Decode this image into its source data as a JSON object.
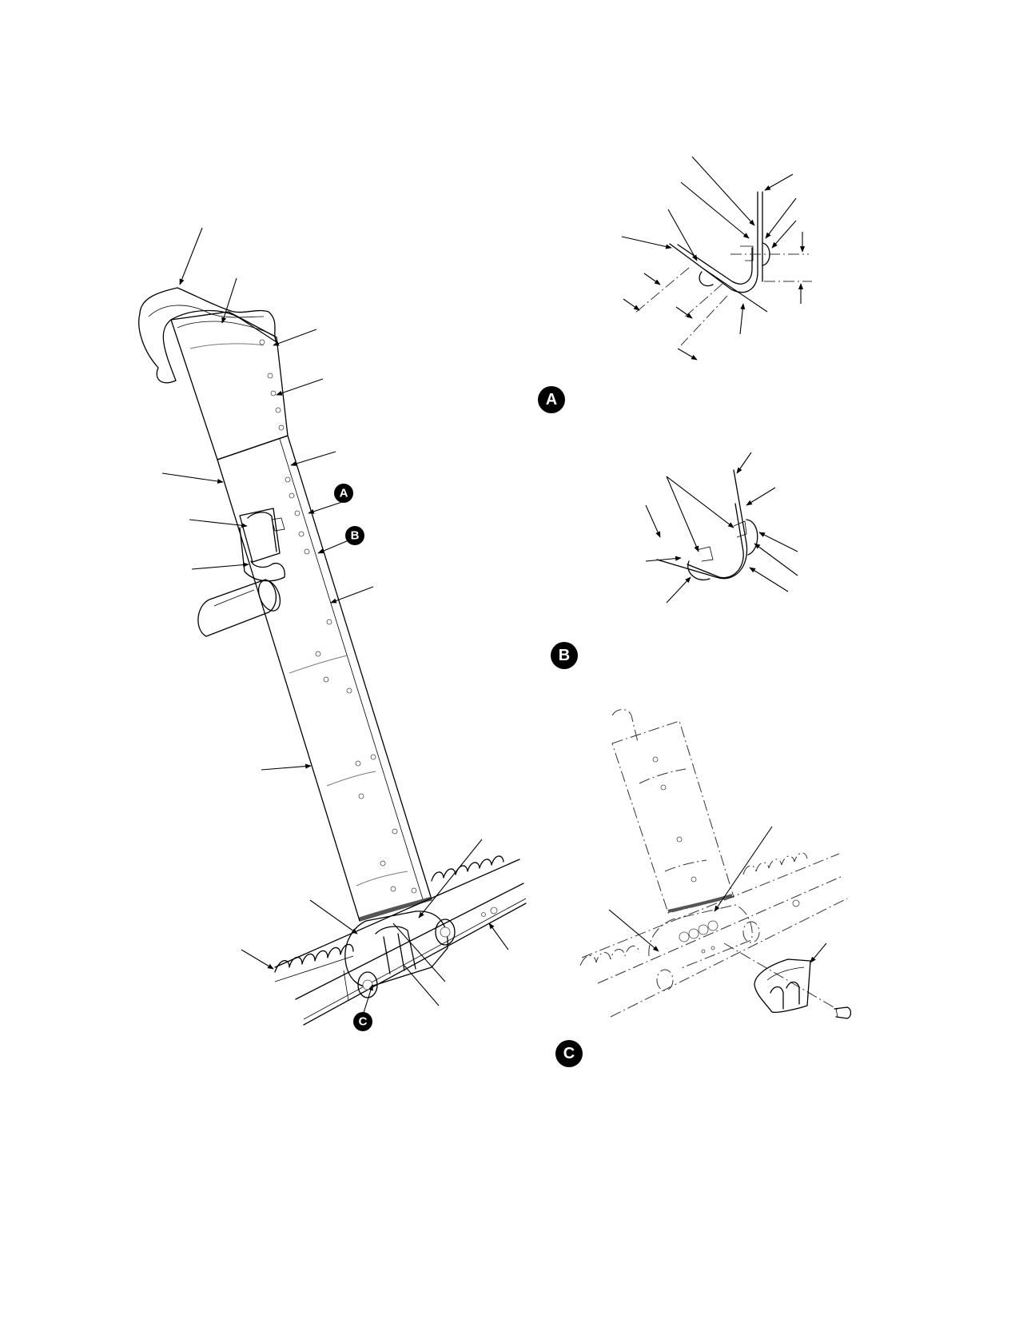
{
  "figure": {
    "detail_callouts": [
      {
        "id": "A",
        "label": "A"
      },
      {
        "id": "B",
        "label": "B"
      },
      {
        "id": "C",
        "label": "C"
      }
    ],
    "detail_titles": [
      {
        "id": "A",
        "label": "A"
      },
      {
        "id": "B",
        "label": "B"
      },
      {
        "id": "C",
        "label": "C"
      }
    ]
  }
}
